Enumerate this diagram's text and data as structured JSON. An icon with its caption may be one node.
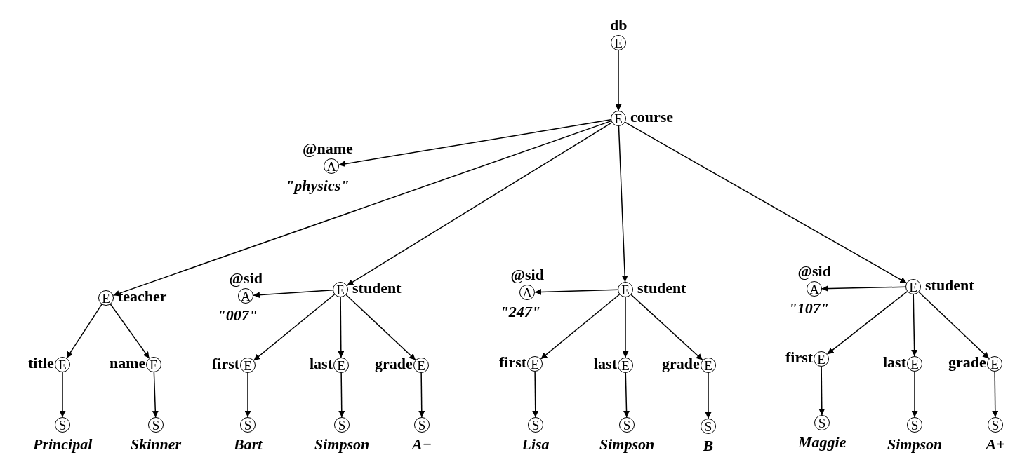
{
  "diagram": {
    "nodes": [
      {
        "text": [
          "E"
        ],
        "beside": [
          "db"
        ]
      },
      {
        "text": [
          "E"
        ],
        "beside": [
          "course"
        ]
      },
      {
        "text": [
          "A"
        ],
        "beside": [
          "@name",
          "\"physics\""
        ]
      },
      {
        "text": [
          "E"
        ],
        "beside": [
          "teacher"
        ]
      },
      {
        "text": [
          "A"
        ],
        "beside": [
          "@sid",
          "\"007\""
        ]
      },
      {
        "text": [
          "E"
        ],
        "beside": [
          "student"
        ]
      },
      {
        "text": [
          "A"
        ],
        "beside": [
          "@sid",
          "\"247\""
        ]
      },
      {
        "text": [
          "E"
        ],
        "beside": [
          "student"
        ]
      },
      {
        "text": [
          "A"
        ],
        "beside": [
          "@sid",
          "\"107\""
        ]
      },
      {
        "text": [
          "E"
        ],
        "beside": [
          "student"
        ]
      },
      {
        "text": [
          "E"
        ],
        "beside": [
          "title"
        ]
      },
      {
        "text": [
          "E"
        ],
        "beside": [
          "name"
        ]
      },
      {
        "text": [
          "S"
        ],
        "beside": [
          "Principal"
        ]
      },
      {
        "text": [
          "S"
        ],
        "beside": [
          "Skinner"
        ]
      },
      {
        "text": [
          "E"
        ],
        "beside": [
          "first"
        ]
      },
      {
        "text": [
          "E"
        ],
        "beside": [
          "last"
        ]
      },
      {
        "text": [
          "E"
        ],
        "beside": [
          "grade"
        ]
      },
      {
        "text": [
          "S"
        ],
        "beside": [
          "Bart"
        ]
      },
      {
        "text": [
          "S"
        ],
        "beside": [
          "Simpson"
        ]
      },
      {
        "text": [
          "S"
        ],
        "beside": [
          "A−"
        ]
      },
      {
        "text": [
          "E"
        ],
        "beside": [
          "first"
        ]
      },
      {
        "text": [
          "E"
        ],
        "beside": [
          "last"
        ]
      },
      {
        "text": [
          "E"
        ],
        "beside": [
          "grade"
        ]
      },
      {
        "text": [
          "S"
        ],
        "beside": [
          "Lisa"
        ]
      },
      {
        "text": [
          "S"
        ],
        "beside": [
          "Simpson"
        ]
      },
      {
        "text": [
          "S"
        ],
        "beside": [
          "B"
        ]
      },
      {
        "text": [
          "E"
        ],
        "beside": [
          "first"
        ]
      },
      {
        "text": [
          "E"
        ],
        "beside": [
          "last"
        ]
      },
      {
        "text": [
          "E"
        ],
        "beside": [
          "grade"
        ]
      },
      {
        "text": [
          "S"
        ],
        "beside": [
          "Maggie"
        ]
      },
      {
        "text": [
          "S"
        ],
        "beside": [
          "Simpson"
        ]
      },
      {
        "text": [
          "S"
        ],
        "beside": [
          "A+"
        ]
      }
    ],
    "edges": [
      {
        "from": 0,
        "to": 1,
        "arrow": "to"
      },
      {
        "from": 1,
        "to": 2,
        "arrow": "to"
      },
      {
        "from": 1,
        "to": 3,
        "arrow": "to"
      },
      {
        "from": 1,
        "to": 5,
        "arrow": "to"
      },
      {
        "from": 1,
        "to": 7,
        "arrow": "to"
      },
      {
        "from": 1,
        "to": 9,
        "arrow": "to"
      },
      {
        "from": 3,
        "to": 10,
        "arrow": "to"
      },
      {
        "from": 3,
        "to": 11,
        "arrow": "to"
      },
      {
        "from": 10,
        "to": 12,
        "arrow": "to"
      },
      {
        "from": 11,
        "to": 13,
        "arrow": "to"
      },
      {
        "from": 5,
        "to": 4,
        "arrow": "to"
      },
      {
        "from": 5,
        "to": 14,
        "arrow": "to"
      },
      {
        "from": 5,
        "to": 15,
        "arrow": "to"
      },
      {
        "from": 5,
        "to": 16,
        "arrow": "to"
      },
      {
        "from": 14,
        "to": 17,
        "arrow": "to"
      },
      {
        "from": 15,
        "to": 18,
        "arrow": "to"
      },
      {
        "from": 16,
        "to": 19,
        "arrow": "to"
      },
      {
        "from": 7,
        "to": 6,
        "arrow": "to"
      },
      {
        "from": 7,
        "to": 20,
        "arrow": "to"
      },
      {
        "from": 7,
        "to": 21,
        "arrow": "to"
      },
      {
        "from": 7,
        "to": 22,
        "arrow": "to"
      },
      {
        "from": 20,
        "to": 23,
        "arrow": "to"
      },
      {
        "from": 21,
        "to": 24,
        "arrow": "to"
      },
      {
        "from": 22,
        "to": 25,
        "arrow": "to"
      },
      {
        "from": 9,
        "to": 8,
        "arrow": "to"
      },
      {
        "from": 9,
        "to": 26,
        "arrow": "to"
      },
      {
        "from": 9,
        "to": 27,
        "arrow": "to"
      },
      {
        "from": 9,
        "to": 28,
        "arrow": "to"
      },
      {
        "from": 26,
        "to": 29,
        "arrow": "to"
      },
      {
        "from": 27,
        "to": 30,
        "arrow": "to"
      },
      {
        "from": 28,
        "to": 31,
        "arrow": "to"
      }
    ]
  }
}
